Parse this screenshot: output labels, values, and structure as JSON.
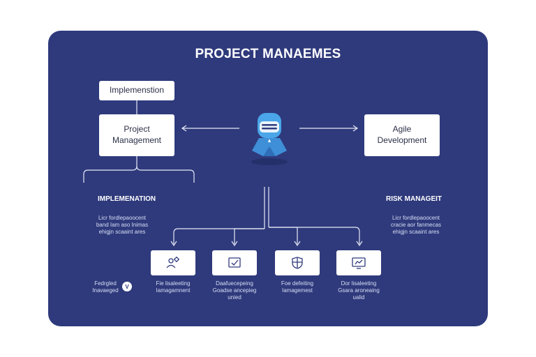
{
  "diagram": {
    "title": "PROJECT MANAEMES",
    "top_box": "Implemenstion",
    "left_box": {
      "line1": "Project",
      "line2": "Management"
    },
    "right_box": {
      "line1": "Agile",
      "line2": "Development"
    },
    "left_section": {
      "heading": "IMPLEMENATION",
      "desc": [
        "Licr fordlepaoocent",
        "band Iam aso Inimas",
        "ehigjn scaaint ares"
      ]
    },
    "right_section": {
      "heading": "RISK MANAGEIT",
      "desc": [
        "Licr fordlepaoocent",
        "cracie aor fanmecas",
        "ehigjn scaaint ares"
      ]
    },
    "side_note": {
      "line1": "Fedrgled",
      "line2": "Inavaeged",
      "badge": "V"
    },
    "bottom_items": [
      {
        "icon": "people-gear-icon",
        "line1": "Fie lisaleeting",
        "line2": "Iamagamnent",
        "line3": ""
      },
      {
        "icon": "check-window-icon",
        "line1": "Daafuecepeing",
        "line2": "Goadse ancepieg",
        "line3": "unied"
      },
      {
        "icon": "shield-icon",
        "line1": "Foe defeiting",
        "line2": "Iamagemest",
        "line3": ""
      },
      {
        "icon": "monitor-chart-icon",
        "line1": "Dor lisaleeting",
        "line2": "Gsara aroneaing",
        "line3": "ualid"
      }
    ],
    "colors": {
      "panel": "#2f3a7c",
      "accent": "#4aa6e8",
      "box": "#ffffff"
    }
  }
}
